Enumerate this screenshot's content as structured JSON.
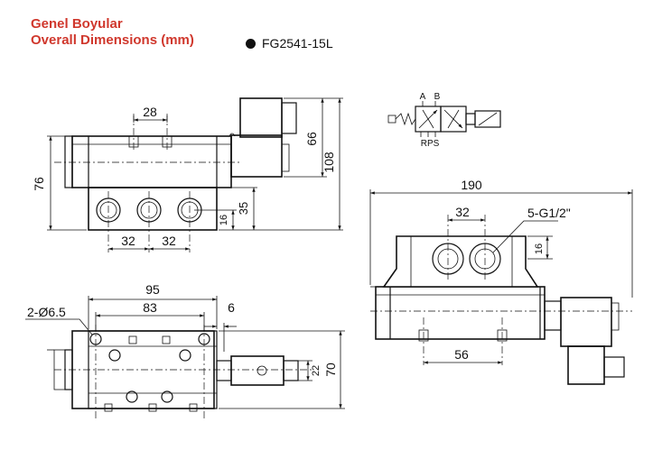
{
  "header": {
    "title_tr": "Genel Boyular",
    "title_en": "Overall Dimensions (mm)"
  },
  "model": {
    "label": "FG2541-15L",
    "bullet_icon": "filled-circle-icon"
  },
  "front_view": {
    "dims": {
      "top_spacing": "28",
      "overall_height": "76",
      "solenoid_height": "66",
      "total_height": "108",
      "port_height": "35",
      "port_center": "16",
      "port_pitch_a": "32",
      "port_pitch_b": "32"
    }
  },
  "top_view": {
    "dims": {
      "body_length": "95",
      "hole_pitch": "83",
      "hole_spec": "2-Ø6.5",
      "offset": "6",
      "width": "70",
      "solenoid_width": "22"
    }
  },
  "side_view": {
    "dims": {
      "overall_length": "190",
      "port_pitch": "32",
      "port_spec": "5-G1/2\"",
      "port_height": "16",
      "base_pitch": "56"
    }
  },
  "symbol": {
    "port_a": "A",
    "port_b": "B",
    "ports_bottom": "RPS"
  },
  "colors": {
    "title": "#d0382d",
    "lines": "#111111",
    "background": "#ffffff"
  }
}
